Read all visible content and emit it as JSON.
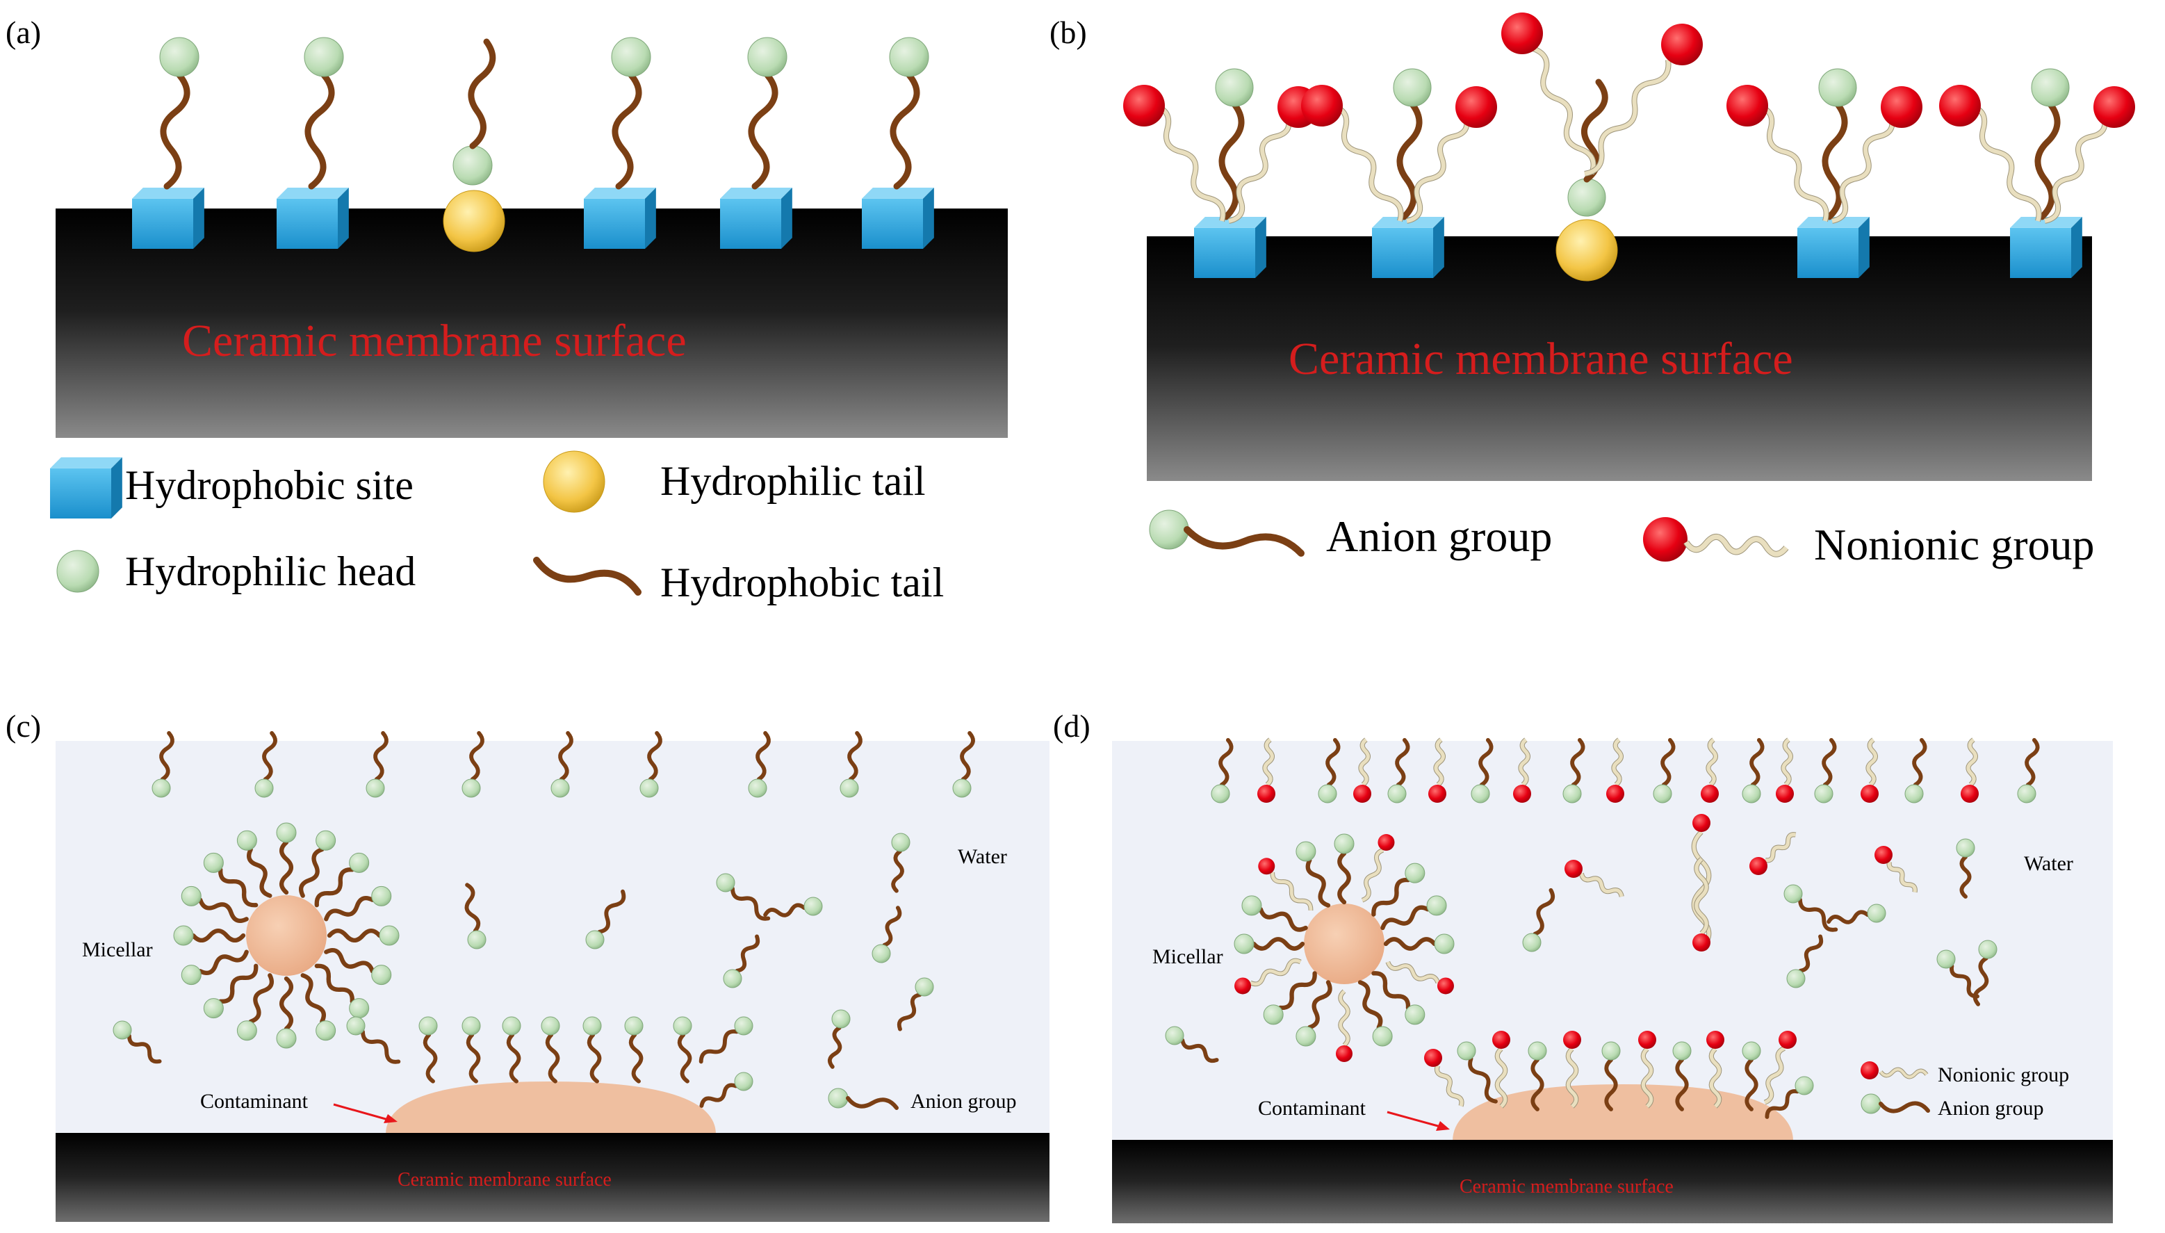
{
  "panels": {
    "a": {
      "label": "(a)",
      "surface_label": "Ceramic membrane surface",
      "legend": {
        "hydrophobic_site": "Hydrophobic site",
        "hydrophilic_tail": "Hydrophilic tail",
        "hydrophilic_head": "Hydrophilic head",
        "hydrophobic_tail": "Hydrophobic tail"
      }
    },
    "b": {
      "label": "(b)",
      "surface_label": "Ceramic membrane surface",
      "legend": {
        "anion_group": "Anion group",
        "nonionic_group": "Nonionic group"
      }
    },
    "c": {
      "label": "(c)",
      "water": "Water",
      "micellar": "Micellar",
      "contaminant": "Contaminant",
      "anion_group": "Anion group",
      "surface_label": "Ceramic membrane surface"
    },
    "d": {
      "label": "(d)",
      "water": "Water",
      "micellar": "Micellar",
      "contaminant": "Contaminant",
      "nonionic_group": "Nonionic group",
      "anion_group": "Anion group",
      "surface_label": "Ceramic membrane surface"
    }
  },
  "colors": {
    "hydrophobic_site": "#2aa6dc",
    "hydrophilic_tail": "#f3c545",
    "hydrophilic_head": "#b9dbb2",
    "hydrophobic_tail": "#7b3f14",
    "nonionic_group": "#e60012",
    "nonionic_chain": "#e9dfbf",
    "surface_label": "#d51d1d",
    "water": "#eef1f8",
    "contaminant": "#efbfa0"
  }
}
